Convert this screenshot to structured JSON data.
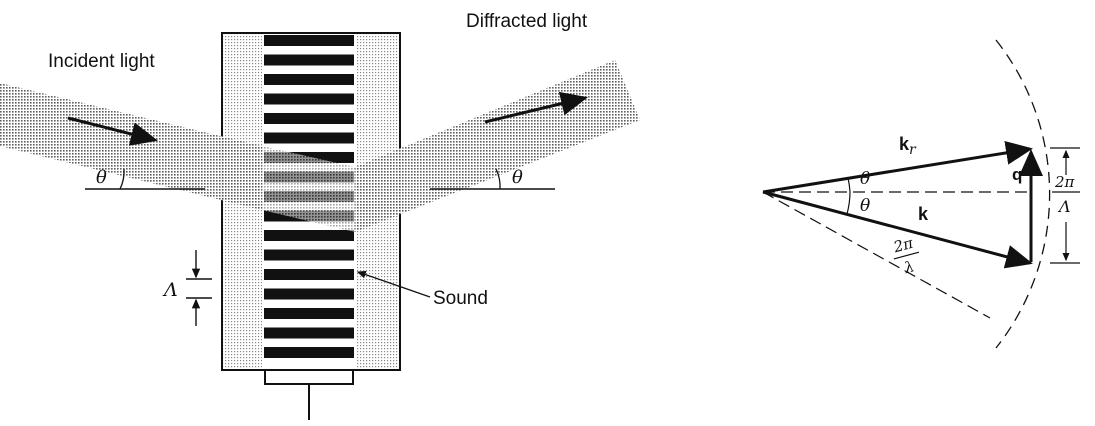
{
  "labels": {
    "incident": "Incident light",
    "diffracted": "Diffracted light",
    "sound": "Sound",
    "theta": "θ",
    "Lambda": "Λ",
    "k_r_main": "k",
    "k_r_sub": "r",
    "k": "k",
    "q": "q",
    "two_pi": "2π",
    "lambda_small": "λ"
  }
}
